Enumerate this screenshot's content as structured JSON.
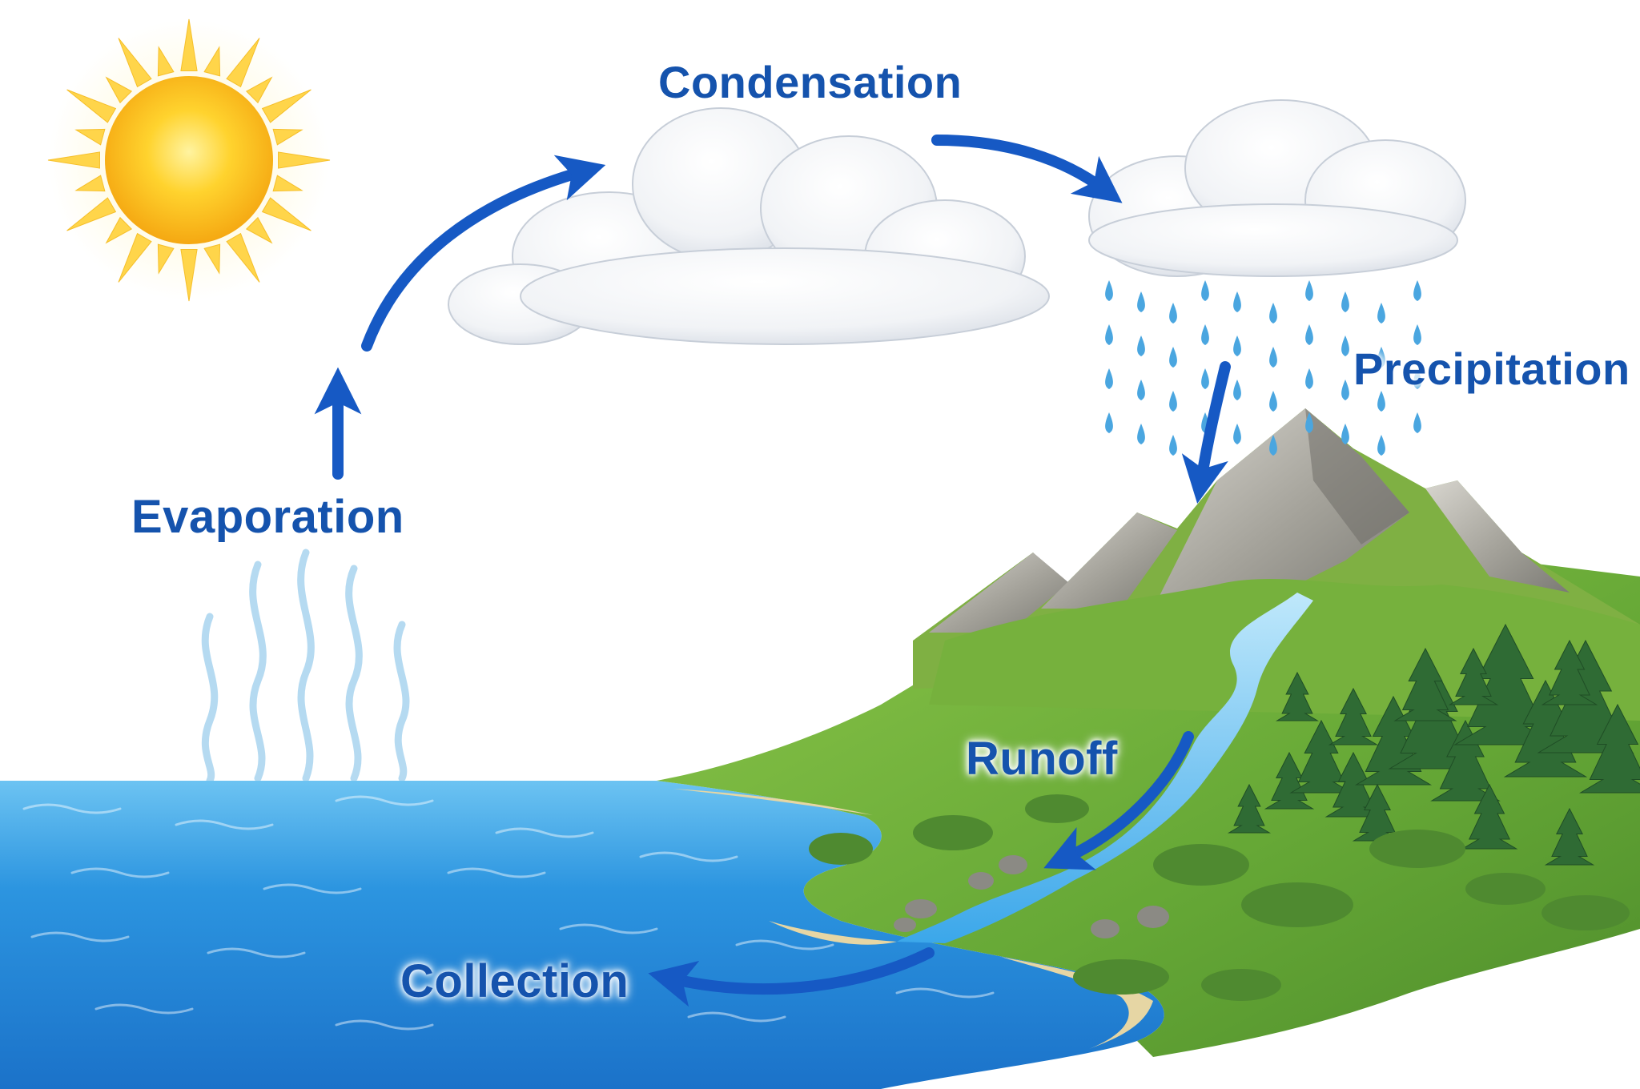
{
  "diagram": {
    "stages": {
      "condensation": "Condensation",
      "precipitation": "Precipitation",
      "evaporation": "Evaporation",
      "runoff": "Runoff",
      "collection": "Collection"
    },
    "colors": {
      "label_text": "#1553ad",
      "arrow": "#1659c4",
      "sun_core": "#ffc21a",
      "sun_rays": "#ffd54a",
      "ocean_deep": "#1a7fd6",
      "ocean_light": "#5ab8f0",
      "land_green": "#6fb33a",
      "forest": "#2f6b34",
      "mountain_rock": "#9a9890",
      "cloud": "#f4f6f9",
      "rain": "#4aa6e0",
      "vapor": "#a9d4ef"
    },
    "icons": [
      "sun-icon",
      "cloud-icon",
      "raindrop-icon",
      "vapor-icon",
      "mountain-icon",
      "tree-icon",
      "arrow-icon"
    ]
  }
}
